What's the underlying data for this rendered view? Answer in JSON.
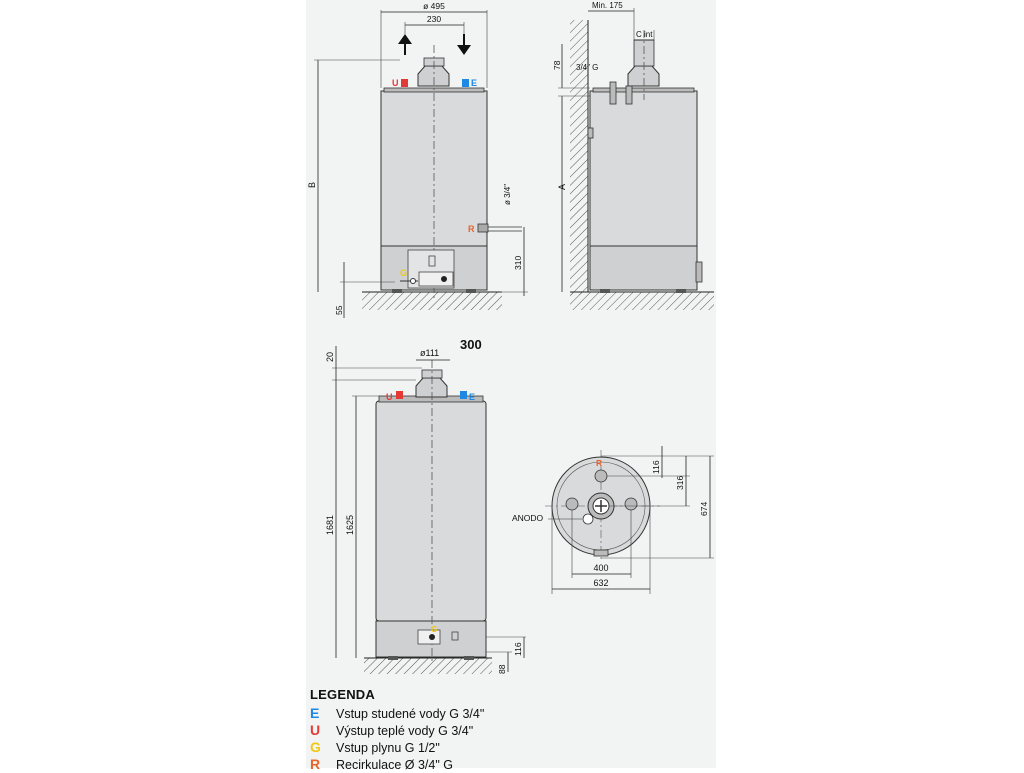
{
  "colors": {
    "E": "#1e88e5",
    "U": "#e53935",
    "G": "#f2c811",
    "R": "#e8642a",
    "tank": "#d9dadb",
    "base": "#cfd0d1",
    "line": "#222222"
  },
  "top_view": {
    "dim_diameter": "ø 495",
    "dim_230": "230",
    "dim_B": "B",
    "dim_55": "55",
    "dim_310": "310",
    "dim_pipe": "ø 3/4\"",
    "label_U": "U",
    "label_E": "E",
    "label_R": "R",
    "label_G": "G"
  },
  "side_view": {
    "dim_min175": "Min. 175",
    "dim_cint": "C int",
    "dim_78": "78",
    "dim_thread": "3/4\" G",
    "dim_A": "A"
  },
  "lower_view": {
    "model": "300",
    "dim_111": "ø111",
    "dim_20": "20",
    "dim_1681": "1681",
    "dim_1625": "1625",
    "dim_116": "116",
    "dim_88": "88",
    "label_U": "U",
    "label_E": "E",
    "label_G": "G"
  },
  "plan_view": {
    "label_R": "R",
    "anode": "ANODO",
    "dim_116": "116",
    "dim_316": "316",
    "dim_674": "674",
    "dim_400": "400",
    "dim_632": "632"
  },
  "legend": {
    "title": "LEGENDA",
    "items": [
      {
        "key": "E",
        "text": "Vstup studené vody G 3/4\""
      },
      {
        "key": "U",
        "text": "Výstup teplé vody G 3/4\""
      },
      {
        "key": "G",
        "text": "Vstup plynu G 1/2\""
      },
      {
        "key": "R",
        "text": " Recirkulace Ø 3/4\" G"
      }
    ]
  }
}
